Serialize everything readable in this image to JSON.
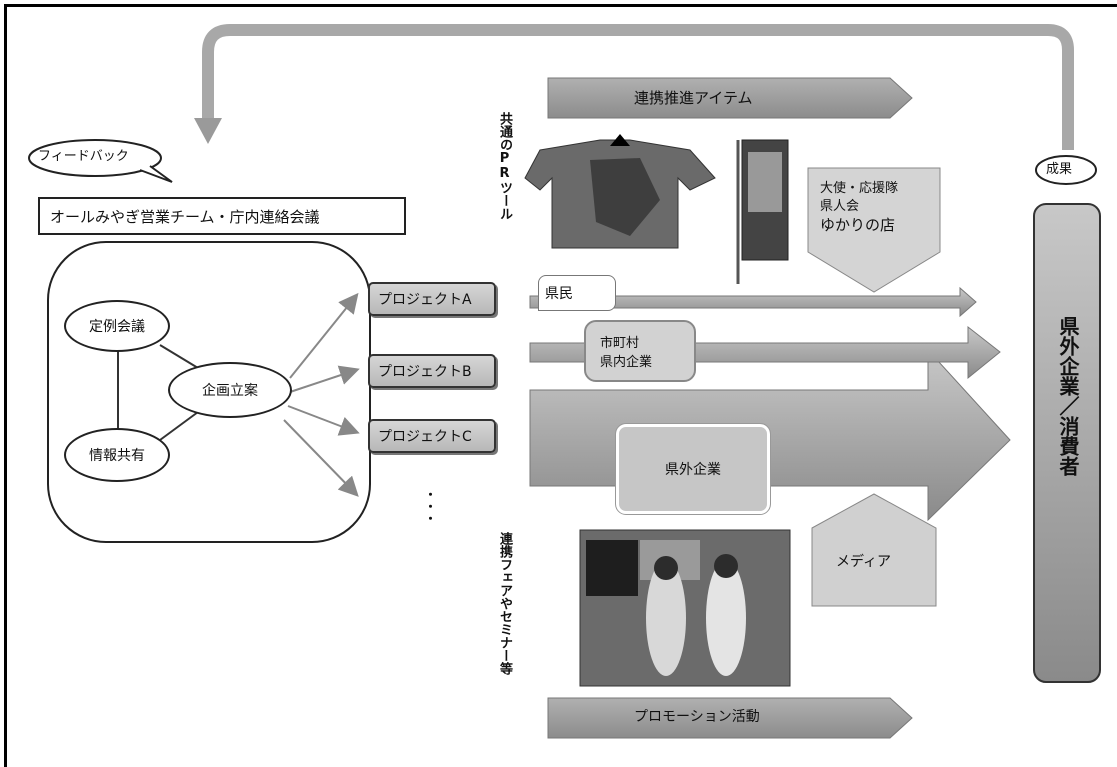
{
  "feedback": {
    "label": "フィードバック"
  },
  "council": {
    "label": "オールみやぎ営業チーム・庁内連絡会議"
  },
  "cycle": {
    "regular_meeting": "定例会議",
    "info_sharing": "情報共有",
    "planning": "企画立案"
  },
  "projects": [
    {
      "label": "プロジェクトA"
    },
    {
      "label": "プロジェクトB"
    },
    {
      "label": "プロジェクトC"
    }
  ],
  "ellipsis": "・・・",
  "top_banner": {
    "label": "連携推進アイテム"
  },
  "bottom_banner": {
    "label": "プロモーション活動"
  },
  "side_labels": {
    "pr_tools": "共通のPRツール",
    "fairs": "連携フェアやセミナー等"
  },
  "ambassadors": {
    "line1": "大使・応援隊",
    "line2": "県人会",
    "line3": "ゆかりの店"
  },
  "flows": {
    "residents": "県民",
    "municipalities_line1": "市町村",
    "municipalities_line2": "県内企業",
    "outside_companies": "県外企業"
  },
  "media": {
    "label": "メディア"
  },
  "result": {
    "label": "成果"
  },
  "target": {
    "label": "県外企業／消費者"
  },
  "photos": {
    "pr_tool_icons": [
      "happi-coat-icon",
      "banner-flag-icon"
    ],
    "event_photo": "event-photo-icon"
  }
}
